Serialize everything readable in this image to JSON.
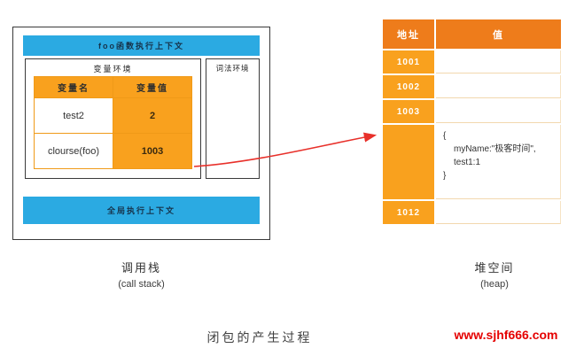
{
  "title": "闭包的产生过程",
  "watermark": "www.sjhf666.com",
  "call_stack": {
    "foo_context": "foo函数执行上下文",
    "variable_env": "变量环境",
    "lexical_env": "词法环境",
    "table": {
      "headers": [
        "变量名",
        "变量值"
      ],
      "rows": [
        {
          "name": "test2",
          "value": "2"
        },
        {
          "name": "clourse(foo)",
          "value": "1003"
        }
      ]
    },
    "global_context": "全局执行上下文",
    "caption": "调用栈",
    "caption_en": "(call stack)"
  },
  "heap": {
    "headers": {
      "address": "地址",
      "value": "值"
    },
    "rows": [
      {
        "address": "1001",
        "value": ""
      },
      {
        "address": "1002",
        "value": ""
      },
      {
        "address": "1003",
        "value": ""
      },
      {
        "address": "",
        "value_lines": [
          "{",
          "myName:\"极客时间\",",
          "test1:1",
          "}"
        ]
      },
      {
        "address": "1012",
        "value": ""
      }
    ],
    "caption": "堆空间",
    "caption_en": "(heap)"
  },
  "colors": {
    "context_blue": "#2BAAE2",
    "cell_orange": "#F9A11E",
    "header_orange": "#EE7C1B",
    "arrow_red": "#E8302A",
    "watermark_red": "#E50000"
  }
}
